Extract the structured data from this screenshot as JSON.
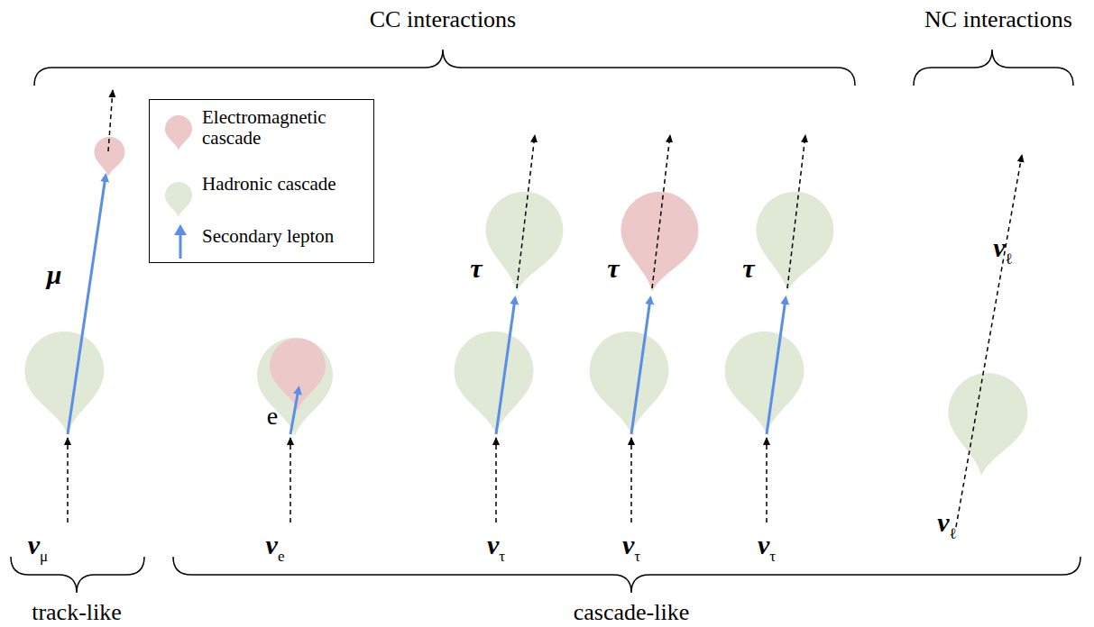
{
  "diagram": {
    "labels": [
      "CC interactions",
      "NC interactions",
      "μ",
      "e",
      "τ",
      "τ",
      "τ",
      "νℓ",
      "νμ",
      "νe",
      "ντ",
      "ντ",
      "ντ",
      "νℓ",
      "track-like",
      "cascade-like"
    ],
    "legend": [
      {
        "text": "Electromagnetic cascade",
        "color": "#ecc8c8"
      },
      {
        "text": "Hadronic cascade",
        "color": "#dfe9d6"
      },
      {
        "text": "Secondary lepton"
      }
    ]
  }
}
